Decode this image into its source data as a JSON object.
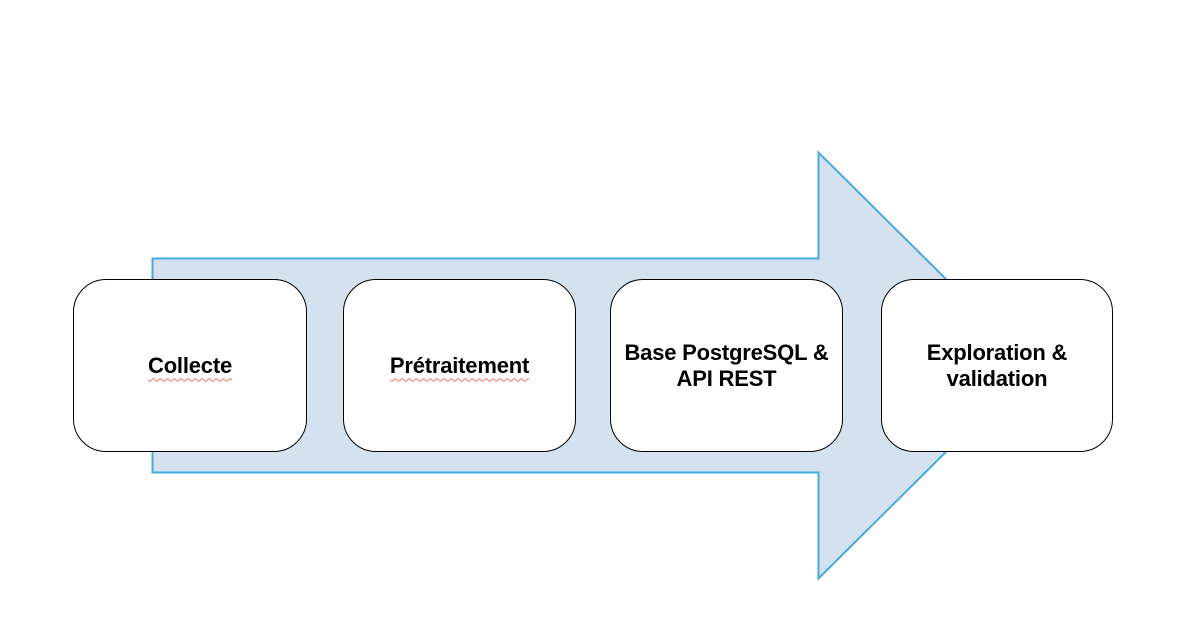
{
  "diagram": {
    "type": "process-flow",
    "direction": "right",
    "background": "#FFFFFF",
    "arrow": {
      "shape": "right-block-arrow",
      "fill": "#D4E2F0",
      "stroke": "#47A9DC"
    },
    "box": {
      "fill": "#FFFFFF",
      "border": "#000000",
      "text_color": "#000000"
    },
    "spellcheck_color": "#F0736C",
    "steps": [
      {
        "label": "Collecte",
        "spellcheck_underline": true
      },
      {
        "label": "Prétraitement",
        "spellcheck_underline": true
      },
      {
        "label": "Base PostgreSQL &\nAPI REST",
        "spellcheck_underline": false
      },
      {
        "label": "Exploration &\nvalidation",
        "spellcheck_underline": false
      }
    ]
  }
}
